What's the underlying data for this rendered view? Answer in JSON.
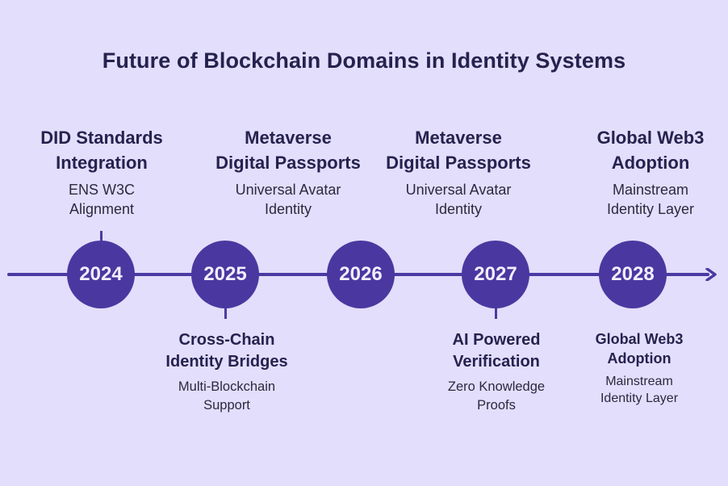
{
  "title": "Future of Blockchain Domains in Identity Systems",
  "colors": {
    "background": "#e3defb",
    "accent": "#4a38a0",
    "text_dark": "#25224f",
    "node_text": "#f2efff"
  },
  "timeline": {
    "nodes": [
      {
        "year": "2024"
      },
      {
        "year": "2025"
      },
      {
        "year": "2026"
      },
      {
        "year": "2027"
      },
      {
        "year": "2028"
      }
    ],
    "top_labels": [
      {
        "title_line1": "DID Standards",
        "title_line2": "Integration",
        "sub_line1": "ENS W3C",
        "sub_line2": "Alignment"
      },
      {
        "title_line1": "Metaverse",
        "title_line2": "Digital Passports",
        "sub_line1": "Universal Avatar",
        "sub_line2": "Identity"
      },
      {
        "title_line1": "Metaverse",
        "title_line2": "Digital Passports",
        "sub_line1": "Universal Avatar",
        "sub_line2": "Identity"
      },
      {
        "title_line1": "Global Web3",
        "title_line2": "Adoption",
        "sub_line1": "Mainstream",
        "sub_line2": "Identity Layer"
      }
    ],
    "bottom_labels": [
      {
        "title_line1": "Cross-Chain",
        "title_line2": "Identity Bridges",
        "sub_line1": "Multi-Blockchain",
        "sub_line2": "Support"
      },
      {
        "title_line1": "AI Powered",
        "title_line2": "Verification",
        "sub_line1": "Zero Knowledge",
        "sub_line2": "Proofs"
      },
      {
        "title_line1": "Global Web3",
        "title_line2": "Adoption",
        "sub_line1": "Mainstream",
        "sub_line2": "Identity Layer"
      }
    ]
  }
}
